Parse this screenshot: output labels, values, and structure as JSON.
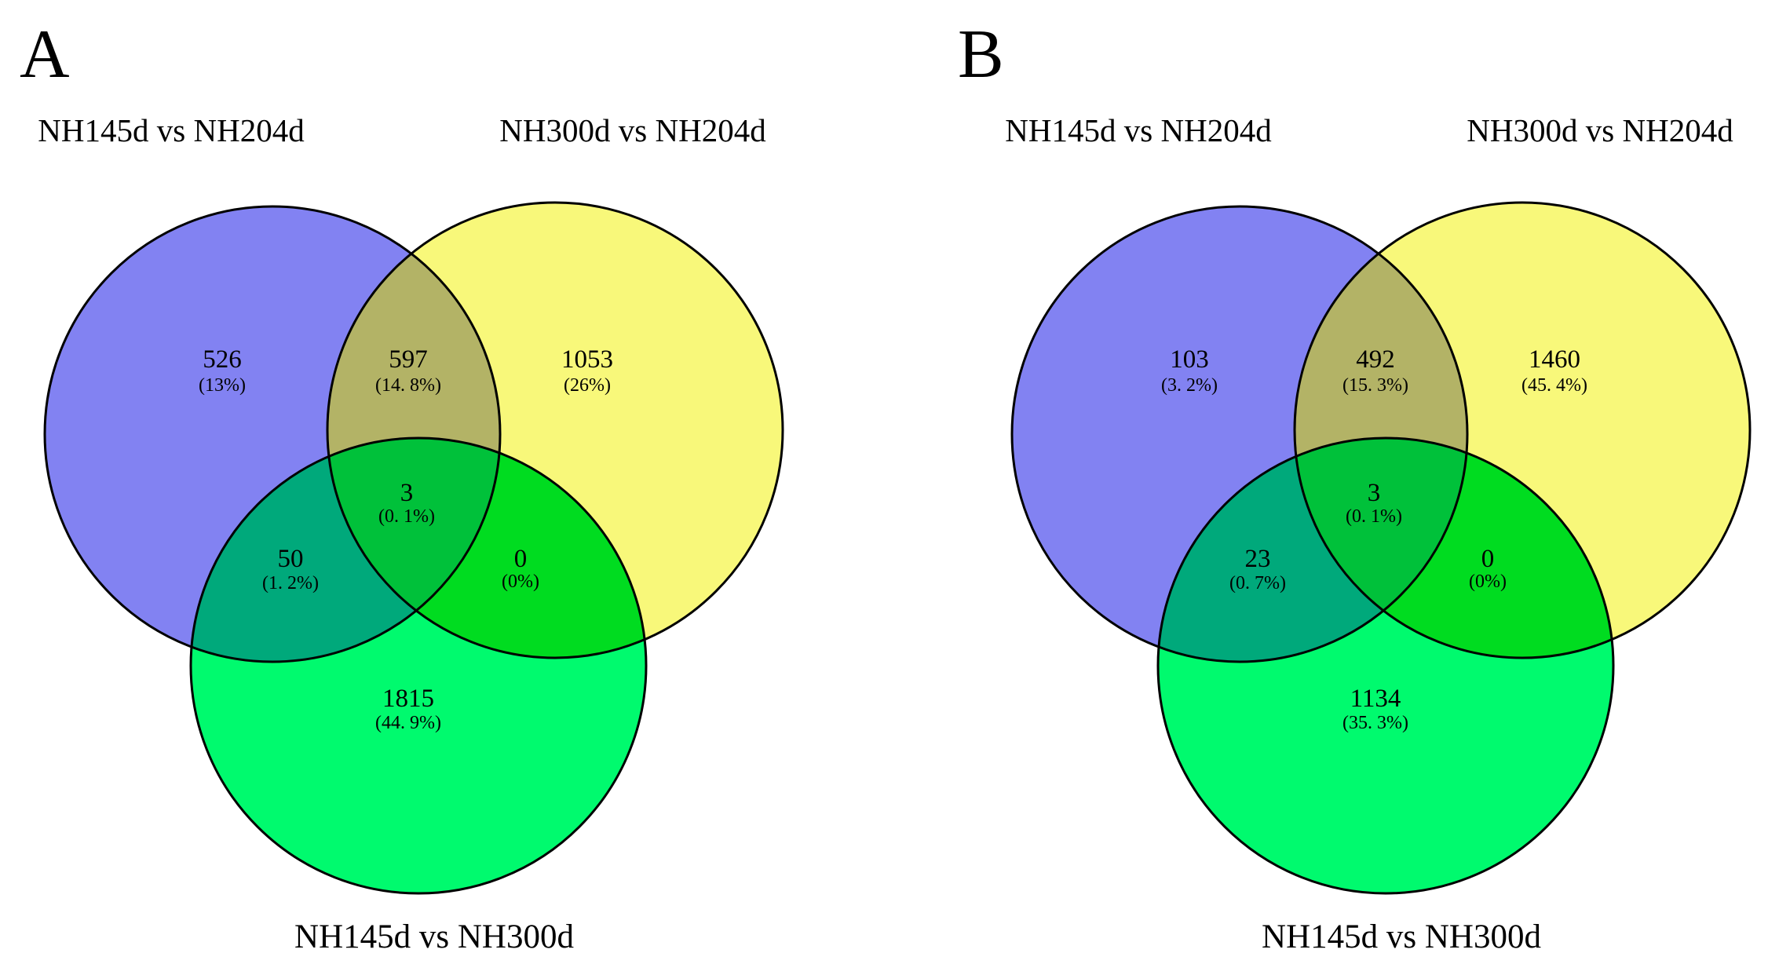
{
  "figure": {
    "panels": [
      {
        "panel_label": "A",
        "sets": {
          "left": "NH145d vs NH204d",
          "right": "NH300d vs NH204d",
          "bottom": "NH145d vs NH300d"
        },
        "regions": {
          "left_only": {
            "value": "526",
            "percent": "(13%)"
          },
          "left_right": {
            "value": "597",
            "percent": "(14. 8%)"
          },
          "right_only": {
            "value": "1053",
            "percent": "(26%)"
          },
          "center": {
            "value": "3",
            "percent": "(0. 1%)"
          },
          "left_bottom": {
            "value": "50",
            "percent": "(1. 2%)"
          },
          "right_bottom": {
            "value": "0",
            "percent": "(0%)"
          },
          "bottom_only": {
            "value": "1815",
            "percent": "(44. 9%)"
          }
        }
      },
      {
        "panel_label": "B",
        "sets": {
          "left": "NH145d vs NH204d",
          "right": "NH300d vs NH204d",
          "bottom": "NH145d vs NH300d"
        },
        "regions": {
          "left_only": {
            "value": "103",
            "percent": "(3. 2%)"
          },
          "left_right": {
            "value": "492",
            "percent": "(15. 3%)"
          },
          "right_only": {
            "value": "1460",
            "percent": "(45. 4%)"
          },
          "center": {
            "value": "3",
            "percent": "(0. 1%)"
          },
          "left_bottom": {
            "value": "23",
            "percent": "(0. 7%)"
          },
          "right_bottom": {
            "value": "0",
            "percent": "(0%)"
          },
          "bottom_only": {
            "value": "1134",
            "percent": "(35. 3%)"
          }
        }
      }
    ],
    "colors": {
      "blue_only": "#8282f2",
      "yellow_only": "#f8f87a",
      "blue_yellow": "#b3b366",
      "green_only": "#00fa6e",
      "blue_green": "#00a97b",
      "yellow_green": "#00dc20",
      "center": "#00c13a",
      "outline": "#000000"
    }
  }
}
